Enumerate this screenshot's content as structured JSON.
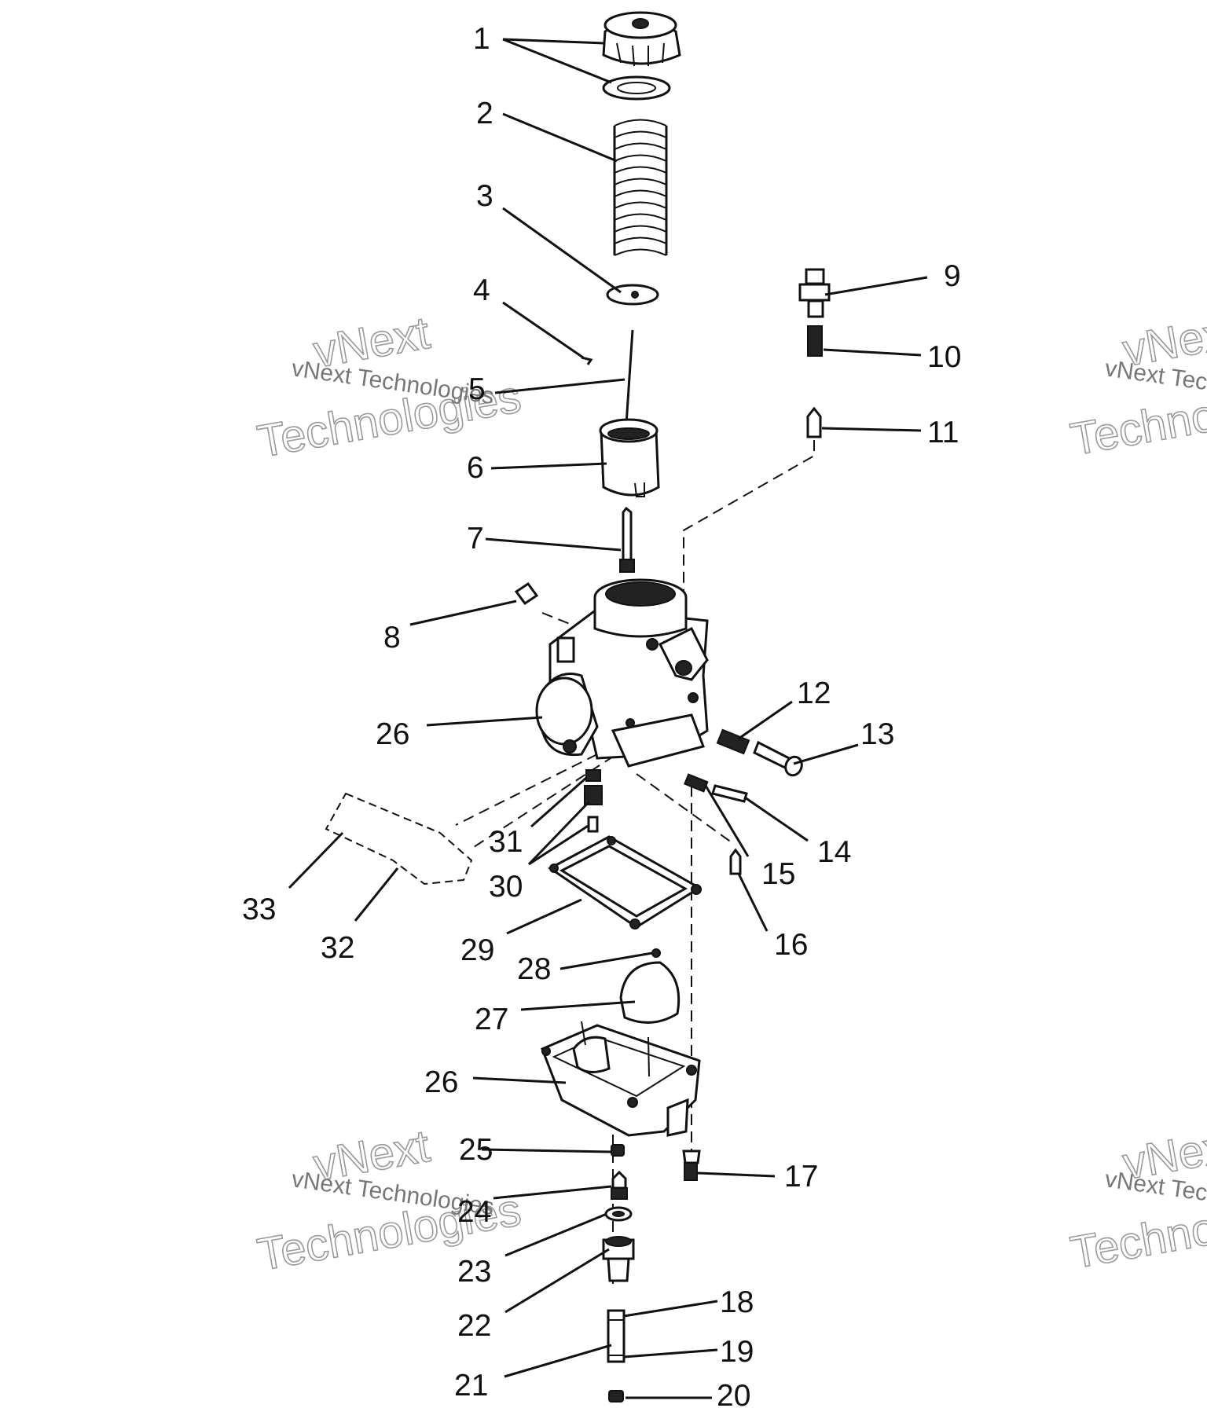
{
  "callouts": {
    "c1": "1",
    "c2": "2",
    "c3": "3",
    "c4": "4",
    "c5": "5",
    "c6": "6",
    "c7": "7",
    "c8": "8",
    "c9": "9",
    "c10": "10",
    "c11": "11",
    "c12": "12",
    "c13": "13",
    "c14": "14",
    "c15": "15",
    "c16": "16",
    "c17": "17",
    "c18": "18",
    "c19": "19",
    "c20": "20",
    "c21": "21",
    "c22": "22",
    "c23": "23",
    "c24": "24",
    "c25": "25",
    "c26a": "26",
    "c26b": "26",
    "c27": "27",
    "c28": "28",
    "c29": "29",
    "c30": "30",
    "c31": "31",
    "c32": "32",
    "c33": "33"
  },
  "watermark": {
    "line_small": "vNext Technologies",
    "outline_top": "vNext",
    "outline_bottom": "Technologies"
  }
}
